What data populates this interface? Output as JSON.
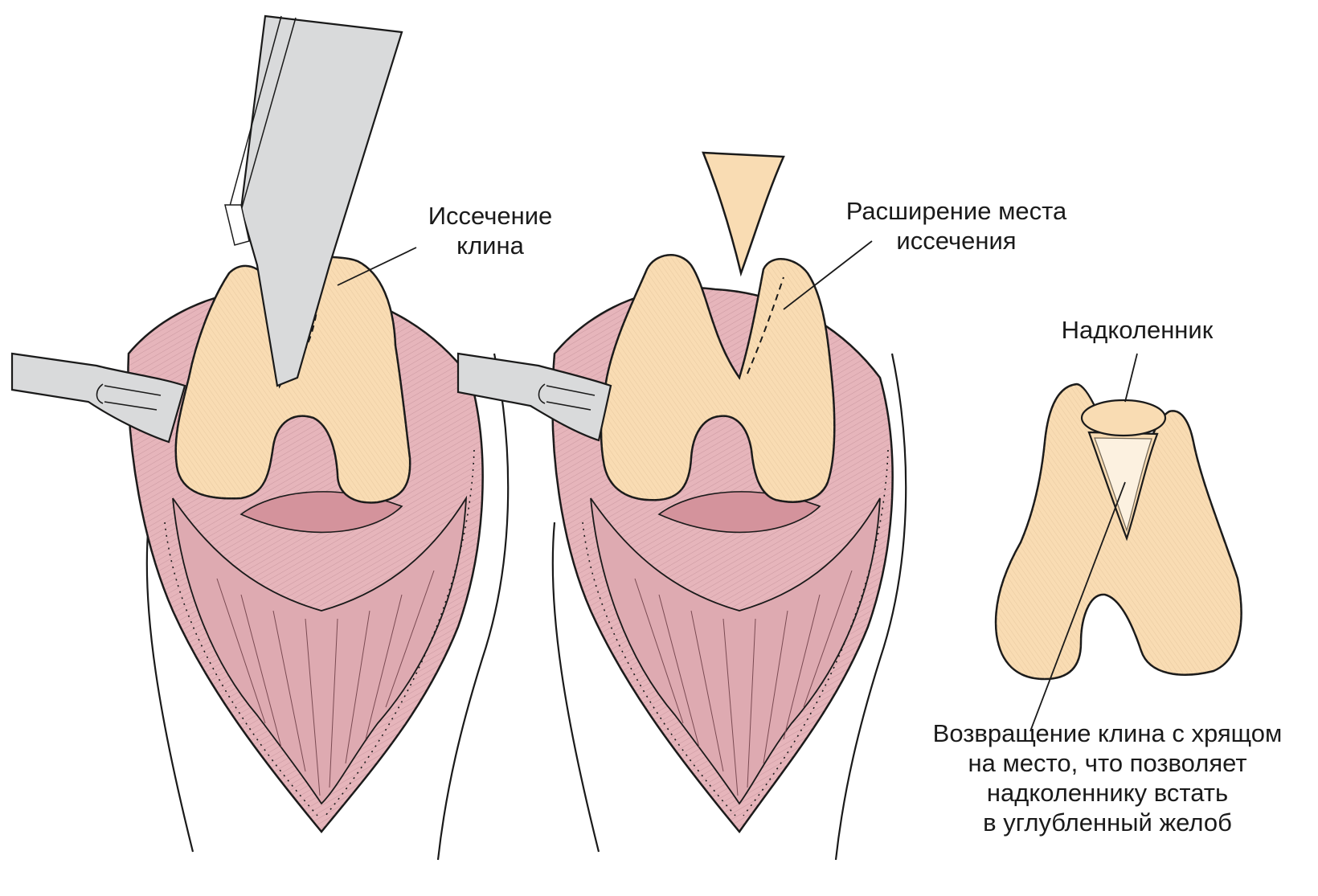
{
  "labels": {
    "wedge_excision": {
      "lines": [
        "Иссечение",
        "клина"
      ]
    },
    "widening": {
      "lines": [
        "Расширение места",
        "иссечения"
      ]
    },
    "patella": {
      "lines": [
        "Надколенник"
      ]
    },
    "return_wedge": {
      "lines": [
        "Возвращение клина с хрящом",
        "на место, что позволяет",
        "надколеннику встать",
        "в углубленный желоб"
      ]
    }
  },
  "colors": {
    "bone": "#f9dcb3",
    "tissue": "#e6b5bb",
    "tissue_dark": "#d4939c",
    "instrument": "#d9dadb",
    "outline": "#1a1a1a"
  }
}
